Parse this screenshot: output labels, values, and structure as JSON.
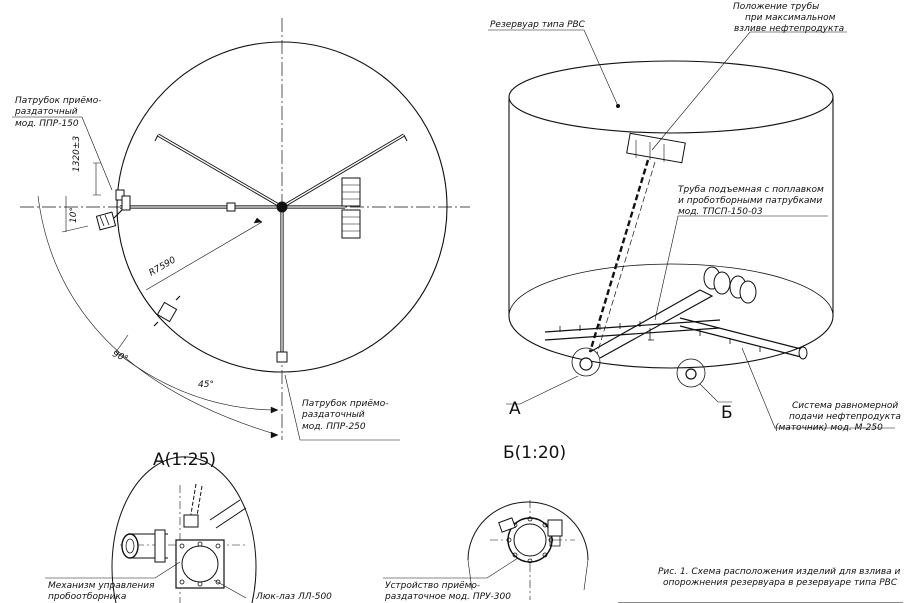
{
  "plan": {
    "inlet_top": [
      "Патрубок приёмо-",
      "раздаточный",
      "мод. ППР-150"
    ],
    "inlet_bottom": [
      "Патрубок приёмо-",
      "раздаточный",
      "мод. ППР-250"
    ],
    "dim_1320": "1320±3",
    "dim_10": "10°",
    "dim_r7590": "R7590",
    "dim_90": "90°",
    "dim_45": "45°"
  },
  "tank": {
    "tank_label": "Резервуар типа РВС",
    "pipe_position": [
      "Положение трубы",
      "при максимальном",
      "взливе нефтепродукта"
    ],
    "lift_pipe": [
      "Труба подъемная с поплавком",
      "и проботборными патрубками",
      "мод. ТПСП-150-03"
    ],
    "distribution_system": [
      "Система равномерной",
      "подачи нефтепродукта",
      "(маточник) мод. М-250"
    ],
    "callout_a": "А",
    "callout_b": "Б"
  },
  "detail_a": {
    "title": "А(1:25)",
    "mechanism": [
      "Механизм управления",
      "пробоотборника"
    ],
    "hatch": "Люк-лаз ЛЛ-500"
  },
  "detail_b": {
    "title": "Б(1:20)",
    "device": [
      "Устройство приёмо-",
      "раздаточное мод. ПРУ-300"
    ]
  },
  "caption": [
    "Рис. 1. Схема расположения изделий для взлива и",
    "опорожнения резервуара в резервуаре типа РВС"
  ]
}
